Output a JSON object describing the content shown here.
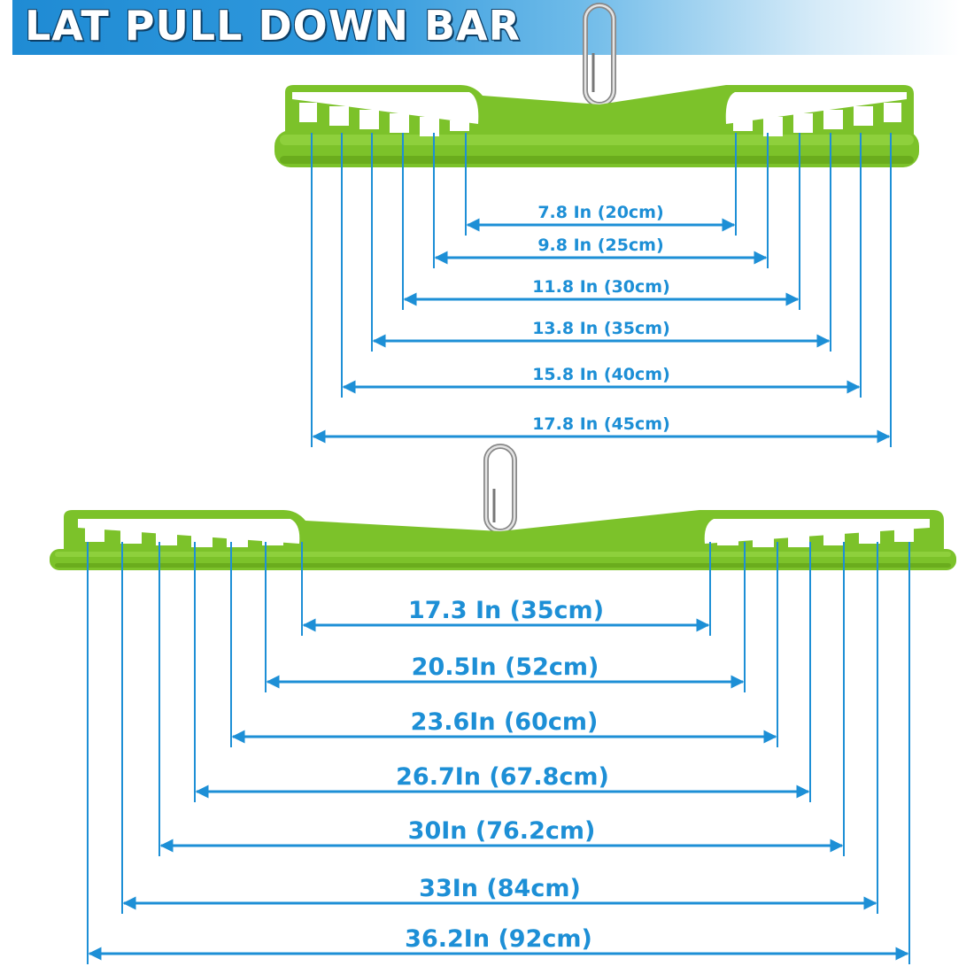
{
  "title": "LAT PULL DOWN BAR",
  "colors": {
    "banner_start": "#1f8bd4",
    "bar_green": "#7cc22a",
    "bar_dark": "#5f9d16",
    "dimension_blue": "#1d8fd6"
  },
  "icons": [
    "carabiner-icon"
  ],
  "bars": [
    {
      "name": "small-bar",
      "measurements": [
        {
          "label": "7.8 In (20cm)"
        },
        {
          "label": "9.8 In (25cm)"
        },
        {
          "label": "11.8 In (30cm)"
        },
        {
          "label": "13.8 In (35cm)"
        },
        {
          "label": "15.8 In (40cm)"
        },
        {
          "label": "17.8 In (45cm)"
        }
      ]
    },
    {
      "name": "large-bar",
      "measurements": [
        {
          "label": "17.3 In (35cm)"
        },
        {
          "label": "20.5In (52cm)"
        },
        {
          "label": "23.6In (60cm)"
        },
        {
          "label": "26.7In (67.8cm)"
        },
        {
          "label": "30In (76.2cm)"
        },
        {
          "label": "33In (84cm)"
        },
        {
          "label": "36.2In (92cm)"
        }
      ]
    }
  ]
}
